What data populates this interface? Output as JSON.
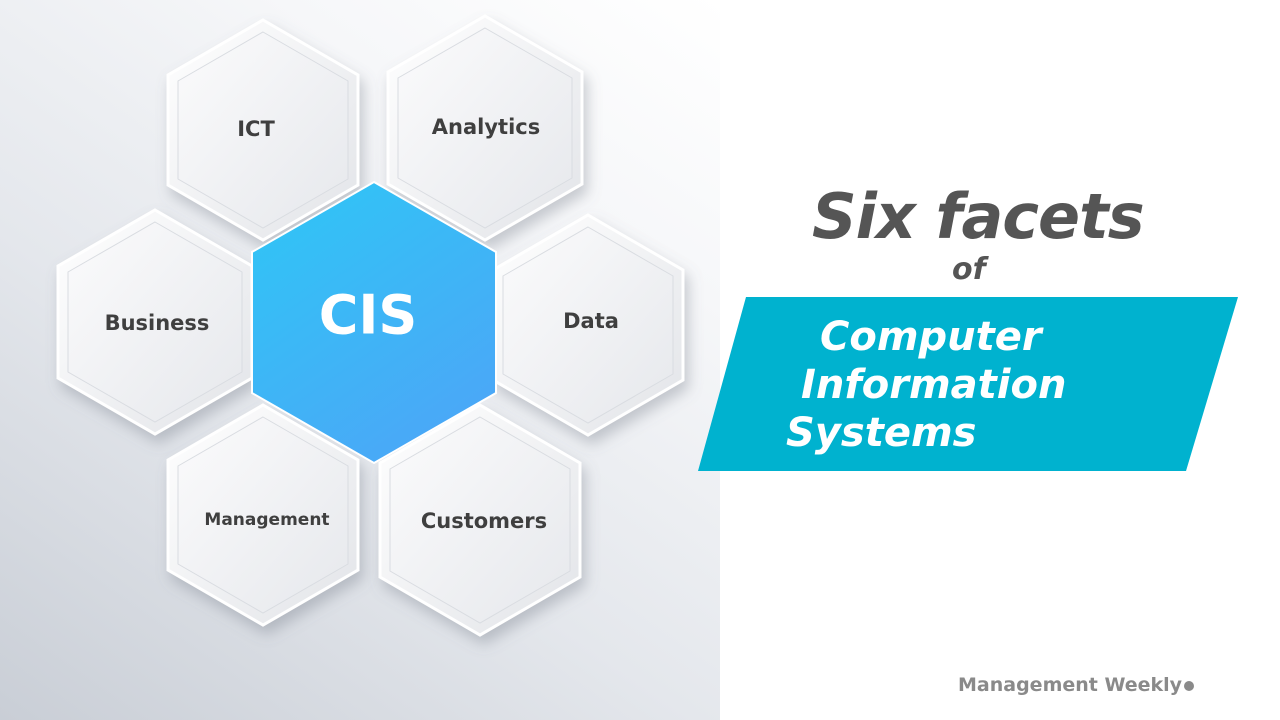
{
  "diagram": {
    "center": {
      "label": "CIS"
    },
    "facets": [
      {
        "label": "ICT"
      },
      {
        "label": "Analytics"
      },
      {
        "label": "Business"
      },
      {
        "label": "Data"
      },
      {
        "label": "Management"
      },
      {
        "label": "Customers"
      }
    ]
  },
  "title": {
    "headline": "Six facets",
    "connector": "of",
    "subject_lines": [
      "Computer",
      "Information",
      "Systems"
    ]
  },
  "brand": {
    "name": "Management Weekly"
  },
  "colors": {
    "center_gradient_start": "#2ec7f5",
    "center_gradient_end": "#4aa8f7",
    "banner": "#00b2cf",
    "headline_text": "#555555",
    "hex_text": "#3f3f3f",
    "brand_text": "#8a8a8a"
  }
}
